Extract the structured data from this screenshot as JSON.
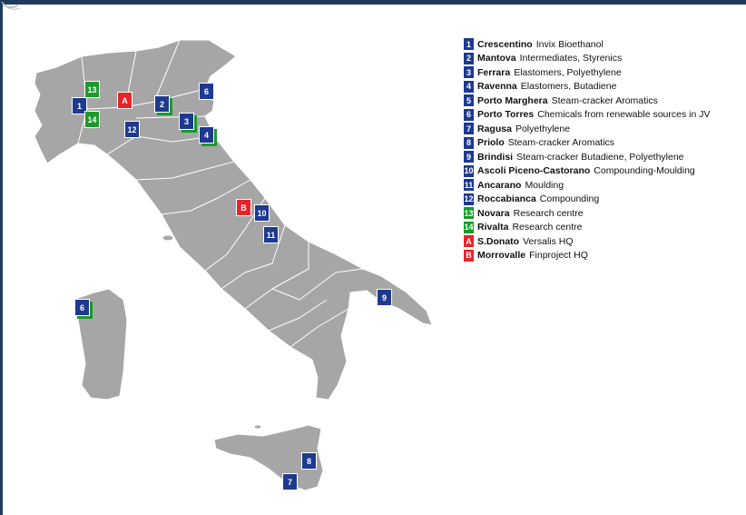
{
  "colors": {
    "region_fill": "#a6a6a6",
    "region_border": "#ffffff",
    "site_blue": "#1e3a8f",
    "site_green": "#1b9a2a",
    "hq_red": "#e8232a",
    "frame": "#1f3a5f"
  },
  "legend": {
    "items": [
      {
        "id": "1",
        "name": "Crescentino",
        "desc": "Invix Bioethanol",
        "color": "blue"
      },
      {
        "id": "2",
        "name": "Mantova",
        "desc": "Intermediates, Styrenics",
        "color": "blue"
      },
      {
        "id": "3",
        "name": "Ferrara",
        "desc": "Elastomers, Polyethylene",
        "color": "blue"
      },
      {
        "id": "4",
        "name": "Ravenna",
        "desc": "Elastomers, Butadiene",
        "color": "blue"
      },
      {
        "id": "5",
        "name": "Porto Marghera",
        "desc": "Steam-cracker Aromatics",
        "color": "blue"
      },
      {
        "id": "6",
        "name": "Porto Torres",
        "desc": "Chemicals from renewable sources in JV",
        "color": "blue"
      },
      {
        "id": "7",
        "name": "Ragusa",
        "desc": "Polyethylene",
        "color": "blue"
      },
      {
        "id": "8",
        "name": "Priolo",
        "desc": "Steam-cracker Aromatics",
        "color": "blue"
      },
      {
        "id": "9",
        "name": "Brindisi",
        "desc": "Steam-cracker Butadiene, Polyethylene",
        "color": "blue"
      },
      {
        "id": "10",
        "name": "Ascoli Piceno-Castorano",
        "desc": "Compounding-Moulding",
        "color": "blue"
      },
      {
        "id": "11",
        "name": "Ancarano",
        "desc": "Moulding",
        "color": "blue"
      },
      {
        "id": "12",
        "name": "Roccabianca",
        "desc": "Compounding",
        "color": "blue"
      },
      {
        "id": "13",
        "name": "Novara",
        "desc": "Research centre",
        "color": "green"
      },
      {
        "id": "14",
        "name": "Rivalta",
        "desc": "Research centre",
        "color": "green"
      },
      {
        "id": "A",
        "name": "S.Donato",
        "desc": "Versalis HQ",
        "color": "red"
      },
      {
        "id": "B",
        "name": "Morrovalle",
        "desc": "Finproject HQ",
        "color": "red"
      }
    ]
  },
  "map": {
    "markers": [
      {
        "id": "13",
        "color": "green"
      },
      {
        "id": "1",
        "color": "blue"
      },
      {
        "id": "14",
        "color": "green"
      },
      {
        "id": "A",
        "color": "red"
      },
      {
        "id": "12",
        "color": "blue"
      },
      {
        "id": "2",
        "color": "blue",
        "shadow": "green"
      },
      {
        "id": "6",
        "color": "blue",
        "region": "veneto"
      },
      {
        "id": "3",
        "color": "blue",
        "shadow": "green"
      },
      {
        "id": "4",
        "color": "blue",
        "shadow": "green"
      },
      {
        "id": "B",
        "color": "red"
      },
      {
        "id": "10",
        "color": "blue"
      },
      {
        "id": "11",
        "color": "blue"
      },
      {
        "id": "6",
        "color": "blue",
        "shadow": "green",
        "region": "sardinia"
      },
      {
        "id": "9",
        "color": "blue"
      },
      {
        "id": "8",
        "color": "blue"
      },
      {
        "id": "7",
        "color": "blue"
      }
    ]
  }
}
